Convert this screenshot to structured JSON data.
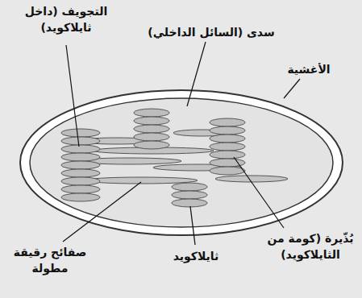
{
  "diagram": {
    "labels": [
      "التجويف (داخل ثايلاكويد)",
      "سدى (السائل الداخلي)",
      "الأغشية",
      "بُذّيرة (كومة من الثايلاكويد)",
      "ثايلاكويد",
      "صفائح رقيقة مطولة"
    ]
  }
}
